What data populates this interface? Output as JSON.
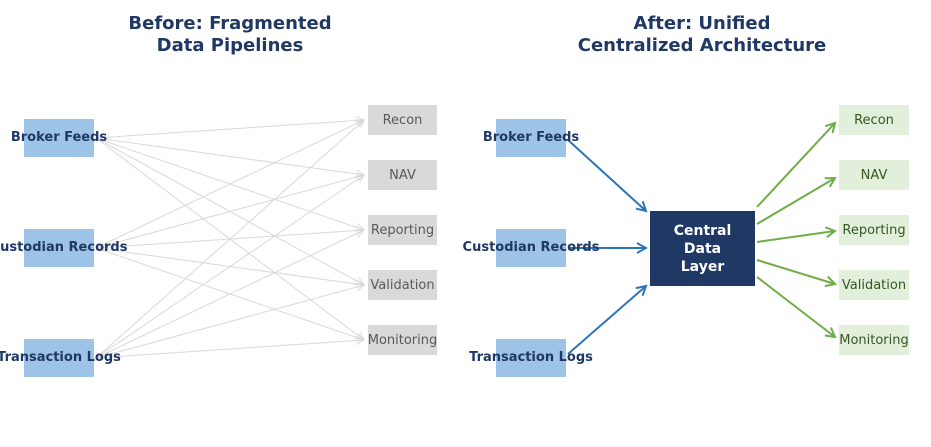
{
  "left_panel": {
    "title": "Before: Fragmented\nData Pipelines",
    "title_line1": "Before: Fragmented",
    "title_line2": "Data Pipelines",
    "sources": [
      {
        "label": "Broker\nFeeds"
      },
      {
        "label": "Custodian\nRecords"
      },
      {
        "label": "Transaction\nLogs"
      }
    ],
    "targets": [
      {
        "label": "Recon"
      },
      {
        "label": "NAV"
      },
      {
        "label": "Reporting"
      },
      {
        "label": "Validation"
      },
      {
        "label": "Monitoring"
      }
    ],
    "connections": "every source connects to every target",
    "line_color": "#d9d9d9"
  },
  "right_panel": {
    "title_line1": "After: Unified",
    "title_line2": "Centralized Architecture",
    "sources": [
      {
        "label": "Broker\nFeeds"
      },
      {
        "label": "Custodian\nRecords"
      },
      {
        "label": "Transaction\nLogs"
      }
    ],
    "central": {
      "label": "Central\nData\nLayer"
    },
    "targets": [
      {
        "label": "Recon"
      },
      {
        "label": "NAV"
      },
      {
        "label": "Reporting"
      },
      {
        "label": "Validation"
      },
      {
        "label": "Monitoring"
      }
    ],
    "inbound_arrow_color": "#2e75b6",
    "outbound_arrow_color": "#70ad47"
  },
  "colors": {
    "title": "#1f3864",
    "source_fill": "#9dc3e6",
    "source_text": "#1f3864",
    "gray_target_fill": "#d9d9d9",
    "gray_target_text": "#595959",
    "green_target_fill": "#e2efda",
    "green_target_text": "#375623",
    "central_fill": "#1f3864",
    "central_text": "#ffffff"
  }
}
